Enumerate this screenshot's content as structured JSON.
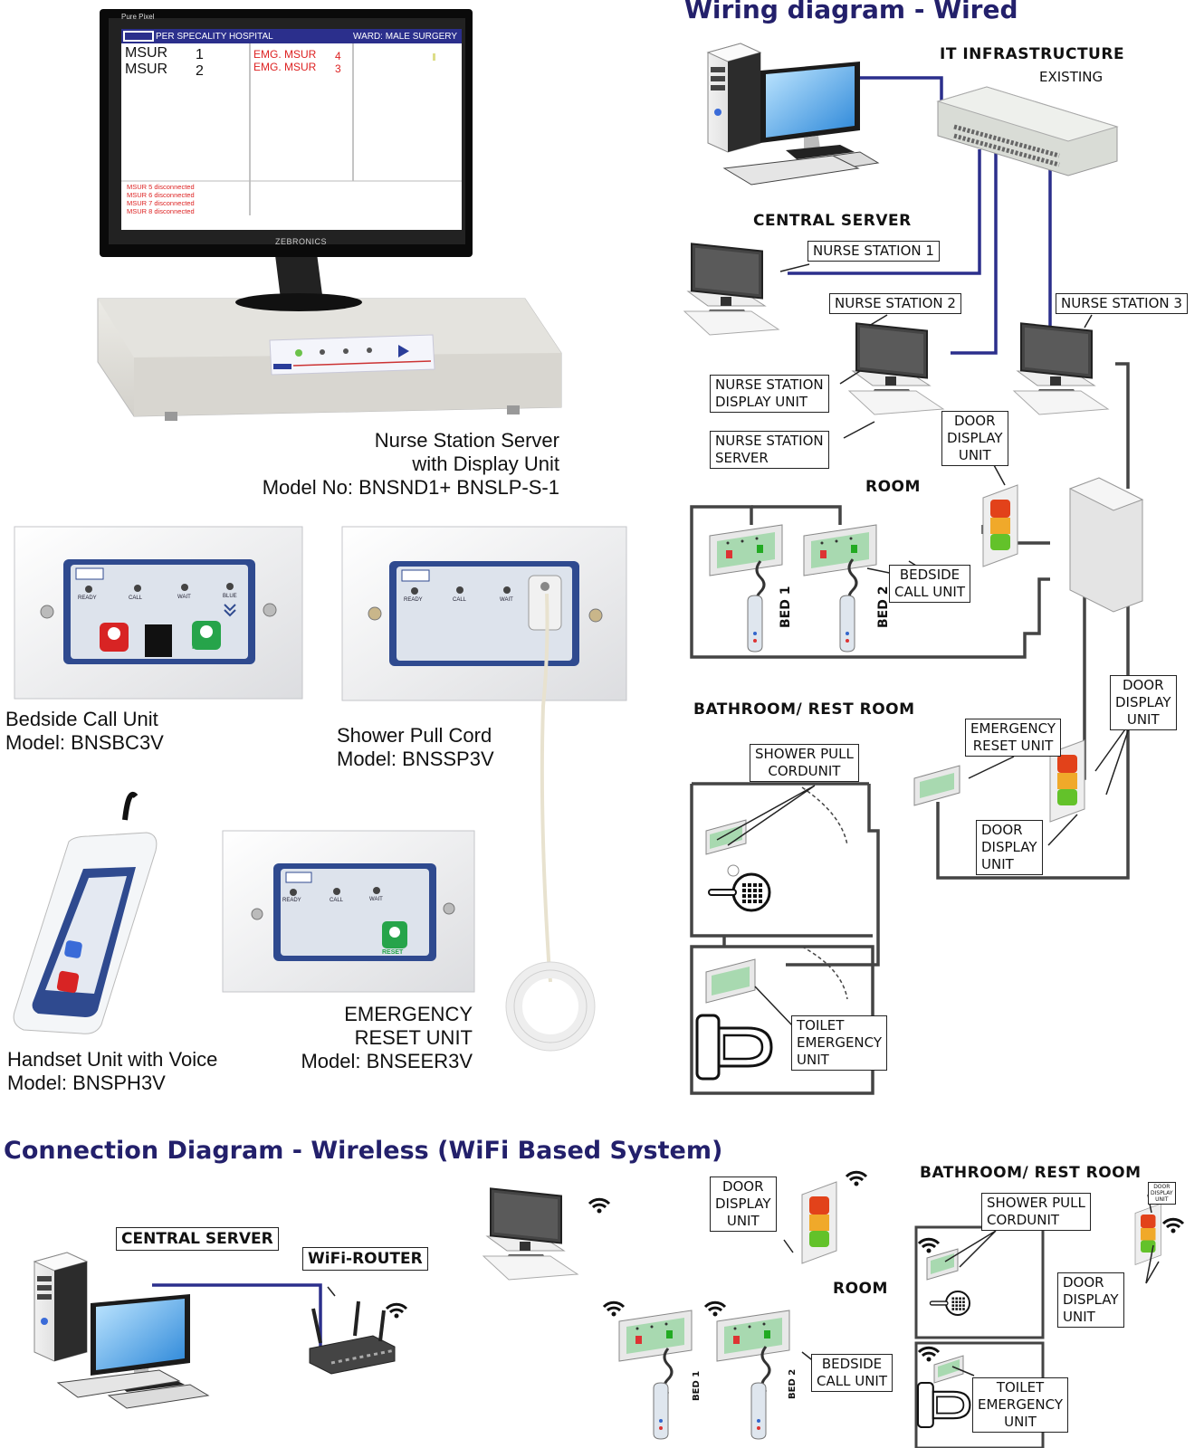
{
  "headings": {
    "wired": "Wiring diagram - Wired",
    "wireless": "Connection Diagram - Wireless (WiFi Based System)"
  },
  "monitor": {
    "brand": "Pure Pixel",
    "header_left": "PER SPECALITY HOSPITAL",
    "header_right": "WARD: MALE SURGERY",
    "rows": [
      {
        "name": "MSUR",
        "num": "1"
      },
      {
        "name": "MSUR",
        "num": "2"
      }
    ],
    "emg_rows": [
      {
        "name": "EMG. MSUR",
        "num": "4"
      },
      {
        "name": "EMG. MSUR",
        "num": "3"
      }
    ],
    "disconnected": [
      "MSUR  5  disconnected",
      "MSUR  6  disconnected",
      "MSUR  7  disconnected",
      "MSUR  8  disconnected"
    ],
    "stand_brand": "ZEBRONICS"
  },
  "products": {
    "server": [
      "Nurse Station Server",
      "with Display Unit",
      "Model No: BNSND1+ BNSLP-S-1"
    ],
    "bedside": [
      "Bedside Call Unit",
      "Model: BNSBC3V"
    ],
    "shower": [
      "Shower Pull Cord",
      "Model: BNSSP3V"
    ],
    "handset": [
      "Handset Unit with Voice",
      "Model: BNSPH3V"
    ],
    "emergency": [
      "EMERGENCY",
      "RESET UNIT",
      "Model: BNSEER3V"
    ]
  },
  "panel_labels": {
    "ready": "READY",
    "call": "CALL",
    "wait": "WAIT",
    "blue": "BLUE",
    "call_btn": "CALL",
    "reset_btn": "RESET"
  },
  "wired": {
    "it_infra": "IT INFRASTRUCTURE",
    "existing": "EXISTING",
    "central_server": "CENTRAL SERVER",
    "ns1": "NURSE STATION 1",
    "ns2": "NURSE STATION 2",
    "ns3": "NURSE STATION 3",
    "ns_display": [
      "NURSE STATION",
      "DISPLAY UNIT"
    ],
    "ns_server": [
      "NURSE STATION",
      "SERVER"
    ],
    "door1": [
      "DOOR",
      "DISPLAY",
      "UNIT"
    ],
    "room": "ROOM",
    "bed1": "BED 1",
    "bed2": "BED 2",
    "bedside": [
      "BEDSIDE",
      "CALL UNIT"
    ],
    "door2": [
      "DOOR",
      "DISPLAY",
      "UNIT"
    ],
    "bathroom": "BATHROOM/ REST ROOM",
    "emergency": [
      "EMERGENCY",
      "RESET UNIT"
    ],
    "shower": [
      "SHOWER PULL",
      "CORDUNIT"
    ],
    "door3": [
      "DOOR",
      "DISPLAY",
      "UNIT"
    ],
    "toilet": [
      "TOILET",
      "EMERGENCY",
      "UNIT"
    ]
  },
  "wireless": {
    "central_server": "CENTRAL SERVER",
    "router": "WiFi-ROUTER",
    "door": [
      "DOOR",
      "DISPLAY",
      "UNIT"
    ],
    "room": "ROOM",
    "bed1": "BED 1",
    "bed2": "BED 2",
    "bedside": [
      "BEDSIDE",
      "CALL UNIT"
    ],
    "bathroom": "BATHROOM/ REST ROOM",
    "door_small": [
      "DOOR",
      "DISPLAY",
      "UNIT"
    ],
    "shower": [
      "SHOWER PULL",
      "CORDUNIT"
    ],
    "door2": [
      "DOOR",
      "DISPLAY",
      "UNIT"
    ],
    "toilet": [
      "TOILET",
      "EMERGENCY",
      "UNIT"
    ]
  }
}
